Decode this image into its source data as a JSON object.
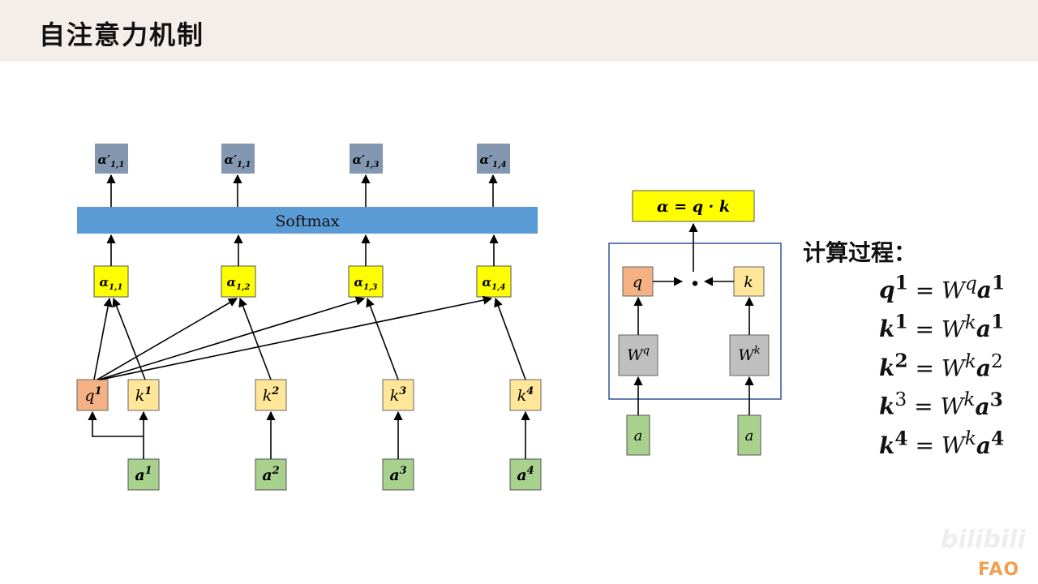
{
  "slide": {
    "title": "自注意力机制"
  },
  "diagram": {
    "softmax_label": "Softmax",
    "outputs": [
      {
        "base": "α′",
        "sub": "1,1"
      },
      {
        "base": "α′",
        "sub": "1,1"
      },
      {
        "base": "α′",
        "sub": "1,3"
      },
      {
        "base": "α′",
        "sub": "1,4"
      }
    ],
    "scores": [
      {
        "base": "α",
        "sub": "1,1"
      },
      {
        "base": "α",
        "sub": "1,2"
      },
      {
        "base": "α",
        "sub": "1,3"
      },
      {
        "base": "α",
        "sub": "1,4"
      }
    ],
    "query": {
      "base": "q",
      "sup": "1"
    },
    "keys": [
      {
        "base": "k",
        "sup": "1"
      },
      {
        "base": "k",
        "sup": "2"
      },
      {
        "base": "k",
        "sup": "3"
      },
      {
        "base": "k",
        "sup": "4"
      }
    ],
    "inputs": [
      {
        "base": "a",
        "sup": "1"
      },
      {
        "base": "a",
        "sup": "2"
      },
      {
        "base": "a",
        "sup": "3"
      },
      {
        "base": "a",
        "sup": "4"
      }
    ]
  },
  "detail": {
    "result_label": "α = q · k",
    "q_label": "q",
    "k_label": "k",
    "dot_label": "·",
    "wq": {
      "base": "W",
      "sup": "q"
    },
    "wk": {
      "base": "W",
      "sup": "k"
    },
    "a_left": "a",
    "a_right": "a"
  },
  "formulas": {
    "heading": "计算过程：",
    "lines": [
      {
        "lhs": "q",
        "lhs_sup": "1",
        "w_sup": "q",
        "rhs": "a",
        "rhs_sup": "1"
      },
      {
        "lhs": "k",
        "lhs_sup": "1",
        "w_sup": "k",
        "rhs": "a",
        "rhs_sup": "1"
      },
      {
        "lhs": "k",
        "lhs_sup": "2",
        "w_sup": "k",
        "rhs": "a",
        "rhs_sup": "2"
      },
      {
        "lhs": "k",
        "lhs_sup": "3",
        "w_sup": "k",
        "rhs": "a",
        "rhs_sup": "3"
      },
      {
        "lhs": "k",
        "lhs_sup": "4",
        "w_sup": "k",
        "rhs": "a",
        "rhs_sup": "4"
      }
    ]
  },
  "watermark": {
    "logo": "FAO",
    "site": "bilibili"
  },
  "colors": {
    "header_bg": "#f4eeeb",
    "softmax": "#5b9bd5",
    "output_box": "#8497b0",
    "score_box": "#ffff00",
    "query_box": "#f4b183",
    "key_box": "#ffe699",
    "input_box": "#a9d18e",
    "weight_box": "#bfbfbf",
    "frame": "#2f5597"
  }
}
